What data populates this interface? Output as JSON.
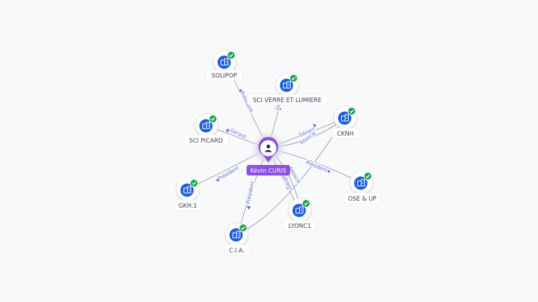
{
  "colors": {
    "company_blue": "#1f5fe0",
    "check_green": "#17a34a",
    "person_purple": "#8b4ee6",
    "relation_label": "#6b66d8",
    "edge": "#8a8f99"
  },
  "center": {
    "name": "Kévin CURIS",
    "icon": "person-icon"
  },
  "companies": [
    {
      "name": "SOLIPOP",
      "icon": "company-building-icon",
      "status": "verified-check-icon"
    },
    {
      "name": "SCI VERRE ET LUMIERE",
      "icon": "company-building-icon",
      "status": "verified-check-icon"
    },
    {
      "name": "CKNH",
      "icon": "company-building-icon",
      "status": "verified-check-icon"
    },
    {
      "name": "SCI PICARD",
      "icon": "company-building-icon",
      "status": "verified-check-icon"
    },
    {
      "name": "OSE & UP",
      "icon": "company-building-icon",
      "status": "verified-check-icon"
    },
    {
      "name": "GKH.1",
      "icon": "company-building-icon",
      "status": "verified-check-icon"
    },
    {
      "name": "LYONC1",
      "icon": "company-building-icon",
      "status": "verified-check-icon"
    },
    {
      "name": "C.I.A.",
      "icon": "company-building-icon",
      "status": "verified-check-icon"
    }
  ],
  "relations": [
    {
      "to": "SOLIPOP",
      "label": "Président"
    },
    {
      "to": "SCI VERRE ET LUMIERE",
      "label": "Gérant"
    },
    {
      "to": "CKNH",
      "label": "Gérant"
    },
    {
      "to": "CKNH",
      "label": "Associé"
    },
    {
      "to": "SCI PICARD",
      "label": "Gérant"
    },
    {
      "to": "OSE & UP",
      "label": "Président"
    },
    {
      "to": "GKH.1",
      "label": "Président"
    },
    {
      "to": "LYONC1",
      "label": "Gérant"
    },
    {
      "to": "LYONC1",
      "label": "Associé"
    },
    {
      "to": "C.I.A.",
      "label": "Président"
    }
  ]
}
